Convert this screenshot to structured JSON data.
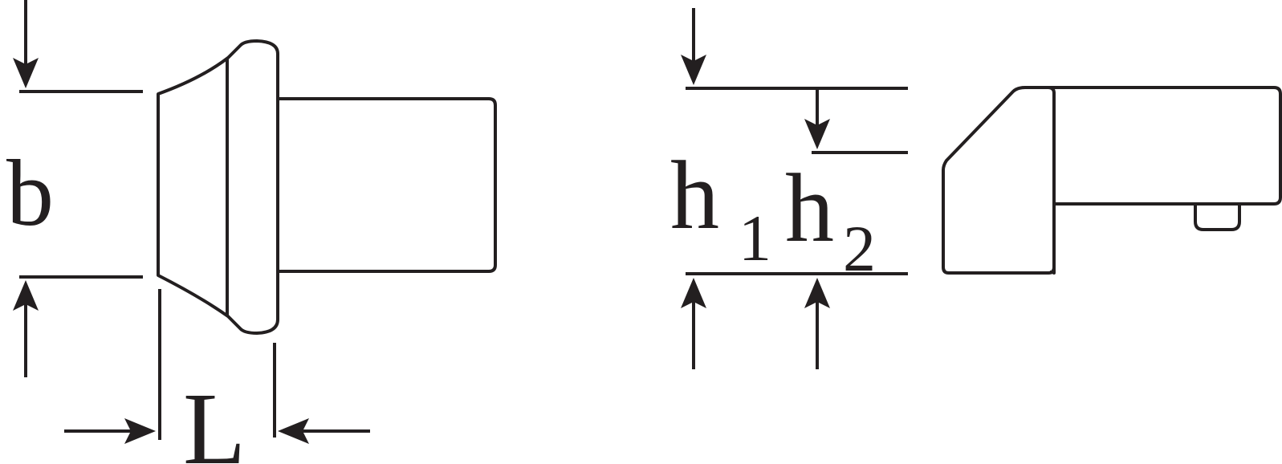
{
  "labels": {
    "b": "b",
    "L": "L",
    "h": "h",
    "h1_sub": "1",
    "h2_sub": "2"
  },
  "colors": {
    "ink": "#231f20",
    "background": "#ffffff"
  }
}
